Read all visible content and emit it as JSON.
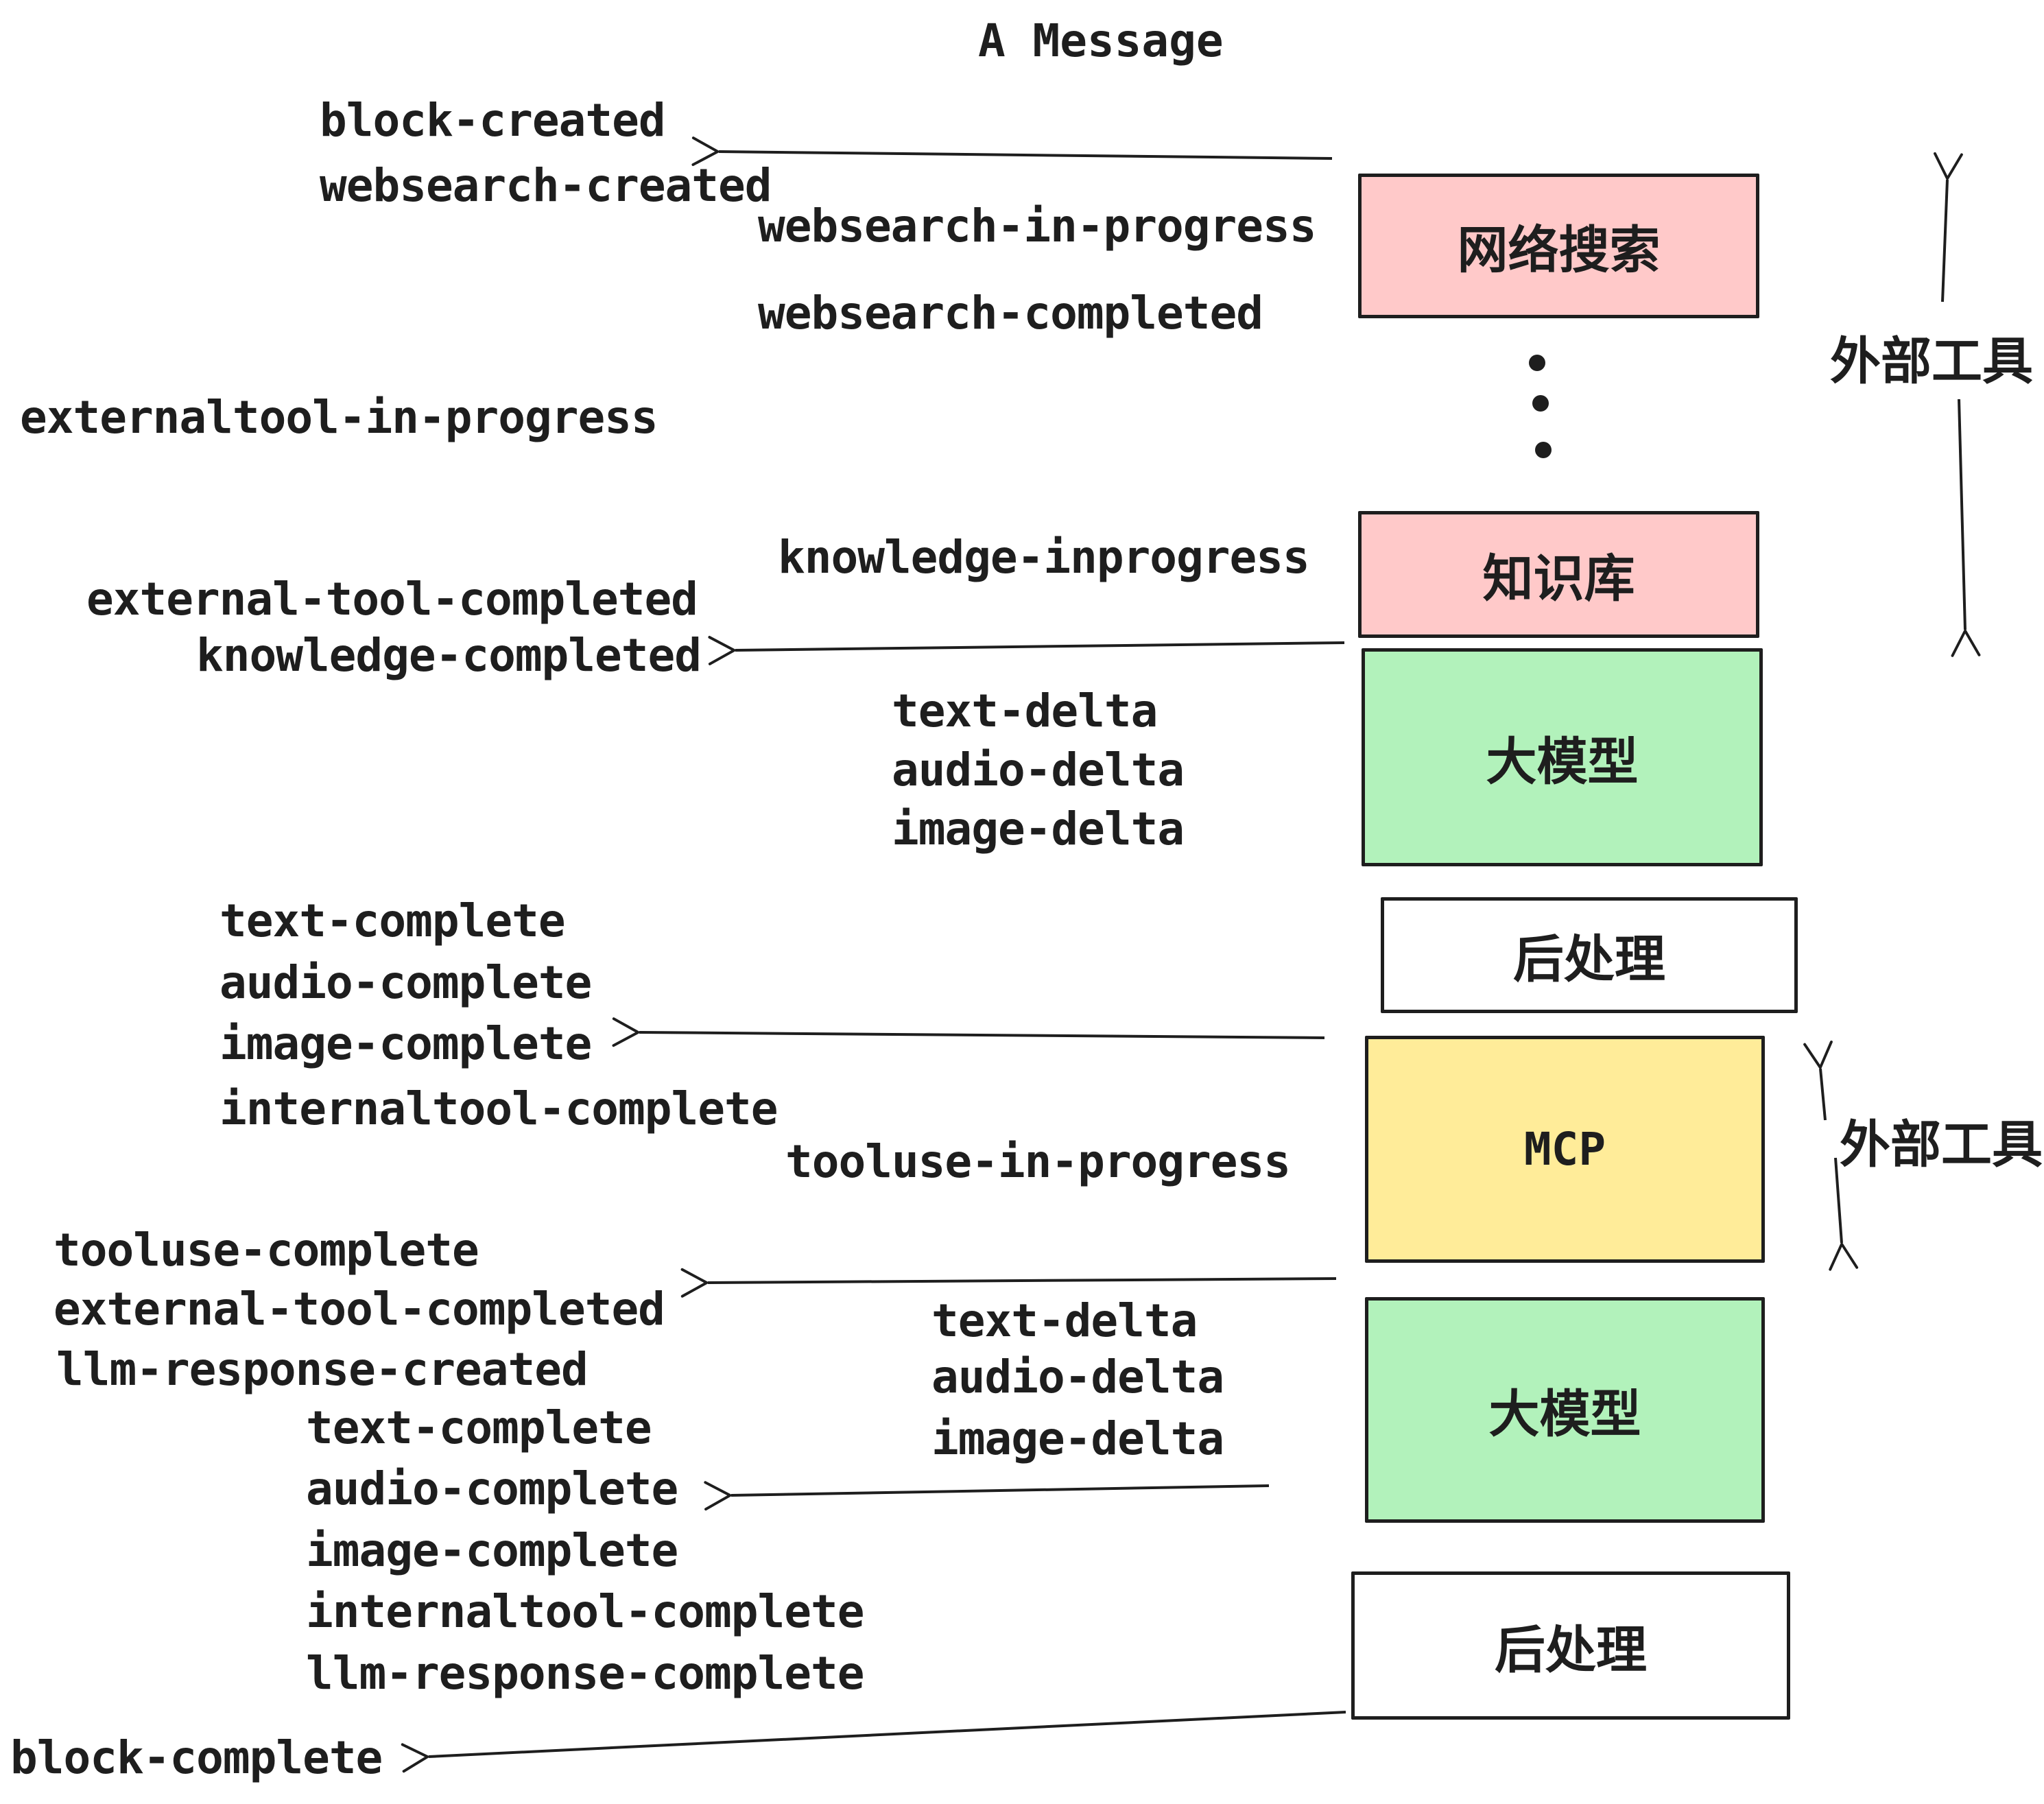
{
  "title": "A Message",
  "events": [
    "block-created",
    "websearch-created",
    "websearch-in-progress",
    "websearch-completed",
    "externaltool-in-progress",
    "knowledge-inprogress",
    "external-tool-completed",
    "knowledge-completed",
    "text-delta",
    "audio-delta",
    "image-delta",
    "text-complete",
    "audio-complete",
    "image-complete",
    "internaltool-complete",
    "tooluse-in-progress",
    "tooluse-complete",
    "external-tool-completed",
    "llm-response-created",
    "text-delta",
    "audio-delta",
    "image-delta",
    "text-complete",
    "audio-complete",
    "image-complete",
    "internaltool-complete",
    "llm-response-complete",
    "block-complete"
  ],
  "boxes": [
    {
      "label": "网络搜索"
    },
    {
      "label": "知识库"
    },
    {
      "label": "大模型"
    },
    {
      "label": "后处理"
    },
    {
      "label": "MCP"
    },
    {
      "label": "大模型"
    },
    {
      "label": "后处理"
    }
  ],
  "annotations": [
    {
      "label": "外部工具"
    },
    {
      "label": "外部工具"
    }
  ],
  "colors": {
    "pink": "#ffc9c9",
    "green": "#b2f2bb",
    "yellow": "#ffec99",
    "white": "#ffffff",
    "stroke": "#1e1e1e"
  }
}
